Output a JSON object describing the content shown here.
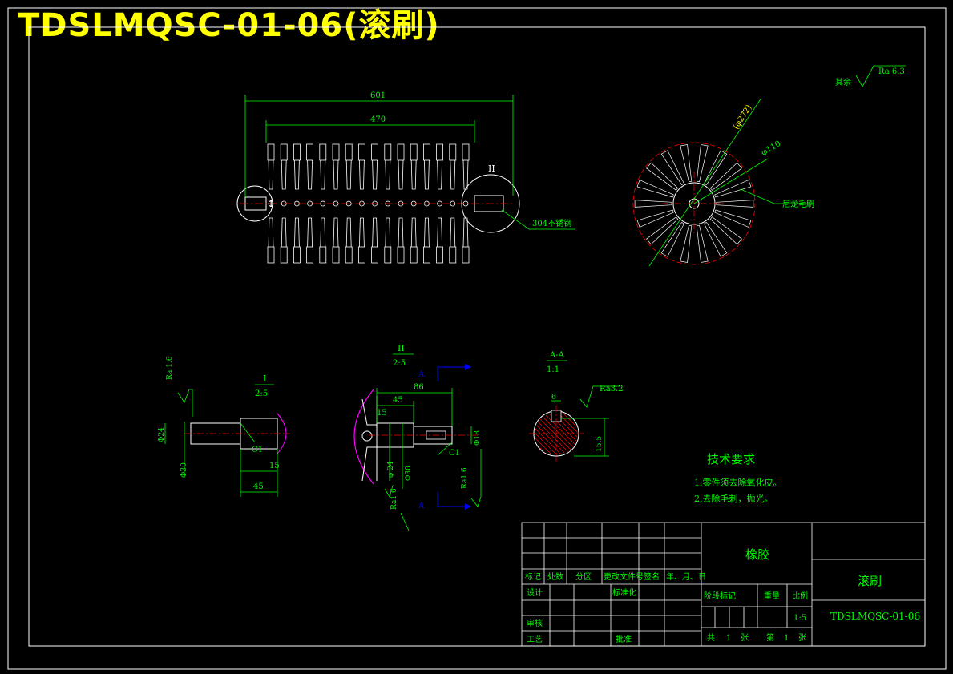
{
  "title": "TDSLMQSC-01-06(滚刷)",
  "colors": {
    "background": "#000000",
    "frame": "#ffffff",
    "dimension": "#00ff00",
    "title": "#ffff00",
    "centerline": "#ff0000",
    "arrow": "#0000ff",
    "hatch": "#ff00ff"
  },
  "dimensions": {
    "overall_length": "601",
    "bristle_length": "470",
    "diameter_outer": "φ110",
    "diameter_core": "(φ272)",
    "detail_i_len1": "15",
    "detail_i_len2": "45",
    "detail_i_dia1": "Φ24",
    "detail_i_dia2": "Φ30",
    "detail_i_chamfer": "C1",
    "detail_ii_len1": "86",
    "detail_ii_len2": "45",
    "detail_ii_len3": "15",
    "detail_ii_dia1": "φ 24",
    "detail_ii_dia2": "Φ30",
    "detail_ii_dia3": "Φ18",
    "detail_ii_chamfer": "C1",
    "section_keyway": "6",
    "section_depth": "15.5"
  },
  "labels": {
    "material_label": "304不锈钢",
    "bristle_label": "尼龙毛刷",
    "detail_i_callout": "I",
    "detail_ii_callout": "II",
    "view_i_title": "I",
    "view_i_scale": "2:5",
    "view_ii_title": "II",
    "view_ii_scale": "2:5",
    "section_title": "A-A",
    "section_scale": "1:1",
    "section_a_top": "A",
    "section_a_bottom": "A"
  },
  "roughness": {
    "rest": "其余",
    "rest_value": "Ra 6.3",
    "r1": "Ra 1.6",
    "r2": "Ra3.2",
    "r3": "Ra1.6",
    "r4": "Ra1.6"
  },
  "tech_requirements": {
    "heading": "技术要求",
    "items": [
      "1.零件须去除氧化皮。",
      "2.去除毛刺，抛光。"
    ]
  },
  "title_block": {
    "material": "橡胶",
    "part_name": "滚刷",
    "drawing_no": "TDSLMQSC-01-06",
    "scale_value": "1:5",
    "row_labels": {
      "mark": "标记",
      "count": "处数",
      "zone": "分区",
      "change_doc": "更改文件号",
      "sign": "签名",
      "date": "年、月、日",
      "design": "设计",
      "standard": "标准化",
      "review": "审核",
      "process": "工艺",
      "approve": "批准",
      "stage_mark": "阶段标记",
      "weight": "重量",
      "scale": "比例",
      "total": "共",
      "total_n": "1",
      "sheet_unit": "张",
      "sheet": "第",
      "sheet_n": "1",
      "sheet_unit2": "张"
    }
  }
}
